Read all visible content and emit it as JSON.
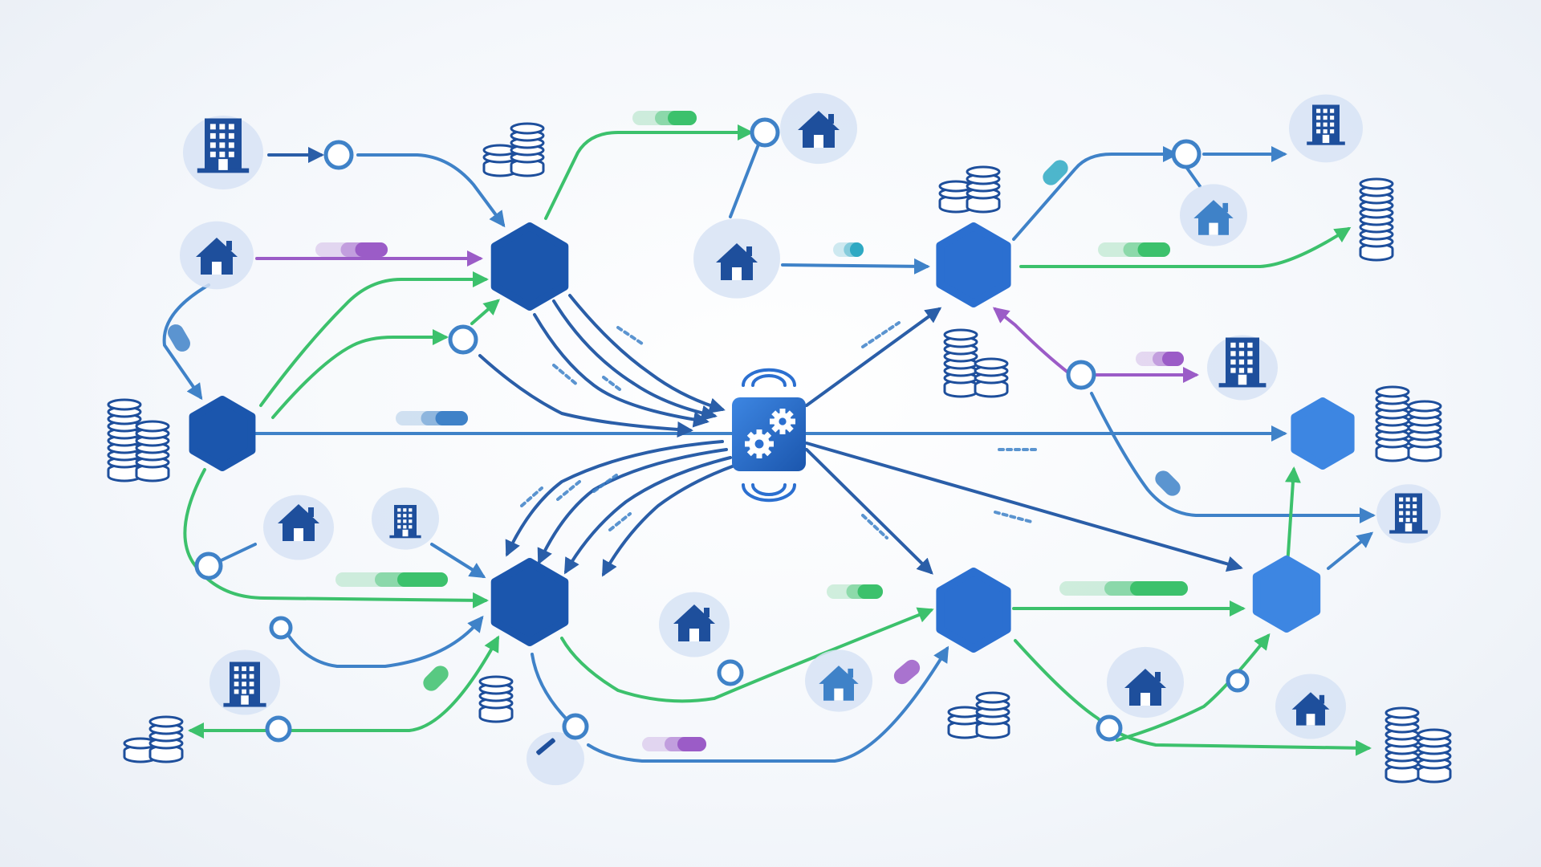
{
  "colors": {
    "background": "#f4f7fb",
    "navy": "#1e4f9c",
    "hub_dark": "#1b56ad",
    "hub_mid": "#2b6fd0",
    "hub_light": "#3d86e2",
    "link_blue": "#3f82c8",
    "link_dark": "#2a5ea8",
    "link_green": "#3cc16c",
    "link_purple": "#9b5cc7",
    "link_teal": "#2fa9c3",
    "bubble": "#d7e3f5",
    "junction_fill": "#ffffff"
  },
  "icons": {
    "hub": "hexagon-hub-node",
    "processor": "gear-processor-chip",
    "signal": "wireless-signal-waves",
    "building": "office-building-icon",
    "house": "house-icon",
    "coins": "coin-stack-icon",
    "pen": "pen-icon",
    "data_packet": "data-packet-pill"
  }
}
